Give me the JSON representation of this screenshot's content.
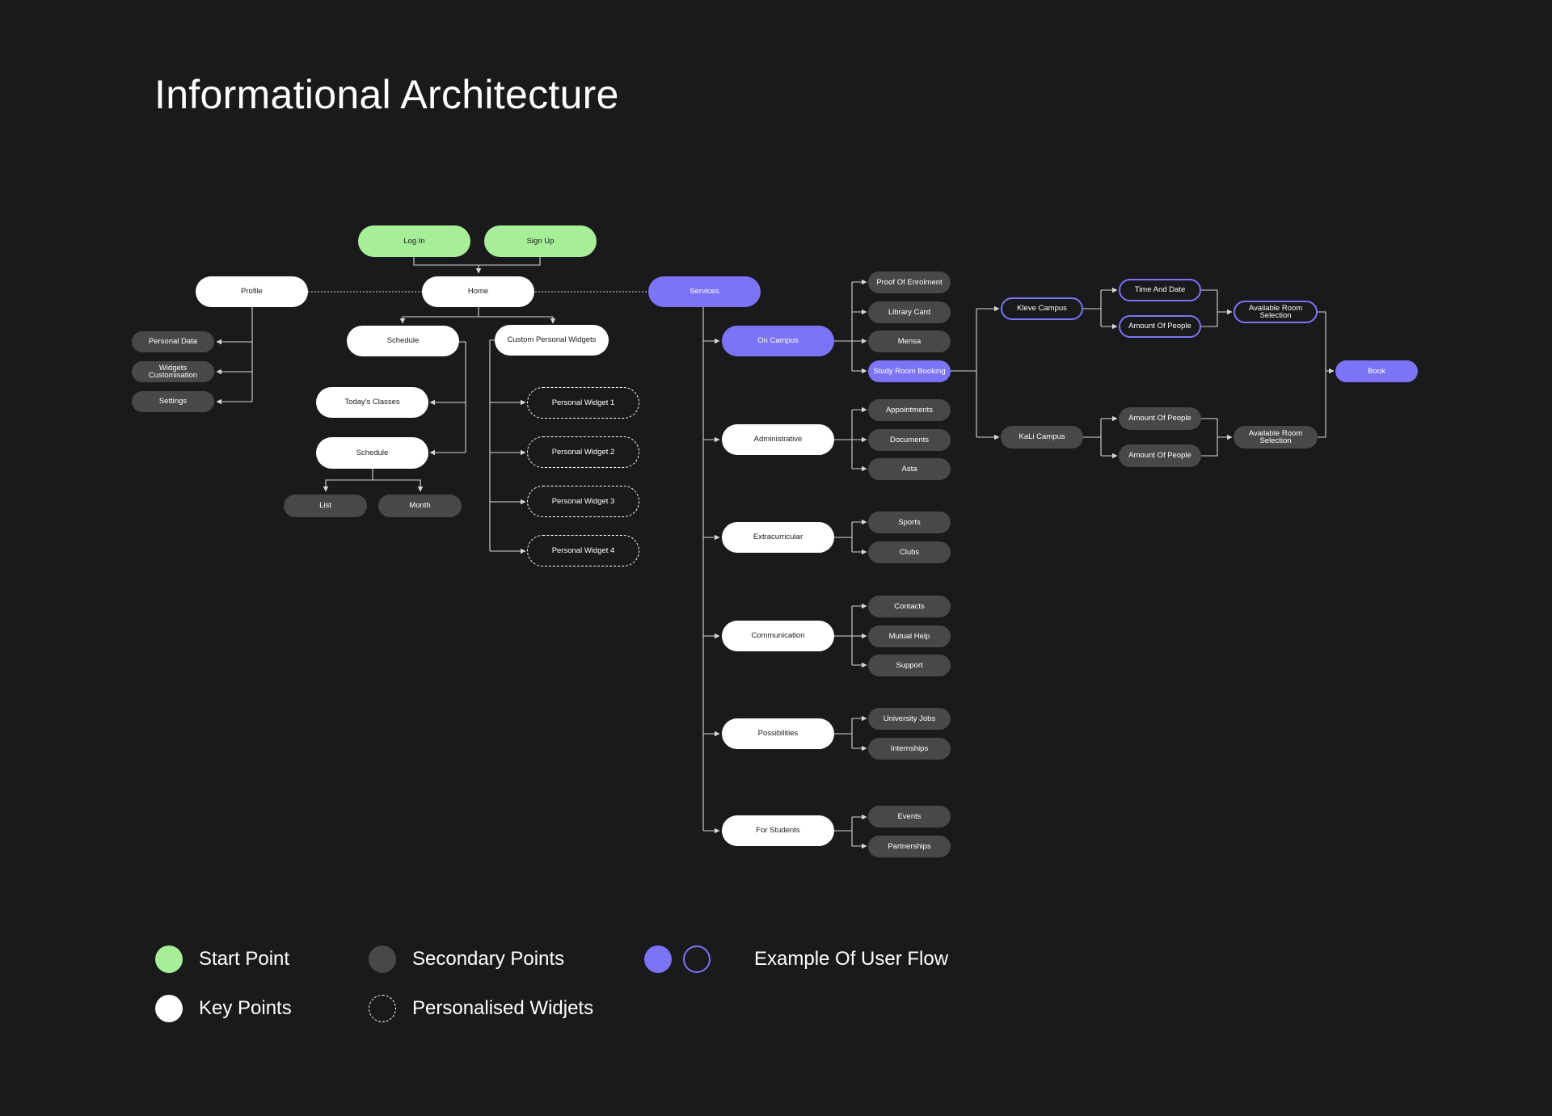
{
  "title": "Informational Architecture",
  "colors": {
    "background": "#1a1a1c",
    "start": "#a6ef98",
    "key": "#ffffff",
    "secondary": "#48484b",
    "flow": "#7c74f6",
    "line": "#d6d6d6"
  },
  "nodes": {
    "login": "Log In",
    "signup": "Sign Up",
    "profile": "Profile",
    "home": "Home",
    "services": "Services",
    "personal_data": "Personal Data",
    "widgets_customisation": "Widgets\nCustomisation",
    "settings": "Settings",
    "schedule_top": "Schedule",
    "custom_widgets": "Custom Personal Widgets",
    "todays_classes": "Today's Classes",
    "schedule_sub": "Schedule",
    "list": "List",
    "month": "Month",
    "personal_widget_1": "Personal Widget 1",
    "personal_widget_2": "Personal Widget 2",
    "personal_widget_3": "Personal Widget 3",
    "personal_widget_4": "Personal Widget 4",
    "on_campus": "On Campus",
    "administrative": "Administrative",
    "extracurricular": "Extracurricular",
    "communication": "Communication",
    "possibilities": "Possibilities",
    "for_students": "For Students",
    "proof_of_enrolment": "Proof Of Enrolment",
    "library_card": "Library Card",
    "mensa": "Mensa",
    "study_room_booking": "Study Room Booking",
    "appointments": "Appointments",
    "documents": "Documents",
    "asta": "Asta",
    "sports": "Sports",
    "clubs": "Clubs",
    "contacts": "Contacts",
    "mutual_help": "Mutual Help",
    "support": "Support",
    "university_jobs": "University Jobs",
    "internships": "Internships",
    "events": "Events",
    "partnerships": "Partnerships",
    "kleve_campus": "Kleve Campus",
    "kali_campus": "KaLi Campus",
    "time_and_date": "Time And Date",
    "amount_people_1": "Amount Of People",
    "amount_people_2": "Amount Of People",
    "amount_people_3": "Amount Of People",
    "available_room_1": "Available Room\nSelection",
    "available_room_2": "Available Room\nSelection",
    "book": "Book"
  },
  "legend": {
    "start_point": "Start Point",
    "key_points": "Key Points",
    "secondary_points": "Secondary Points",
    "personalised_widgets": "Personalised Widjets",
    "user_flow": "Example Of User Flow"
  }
}
